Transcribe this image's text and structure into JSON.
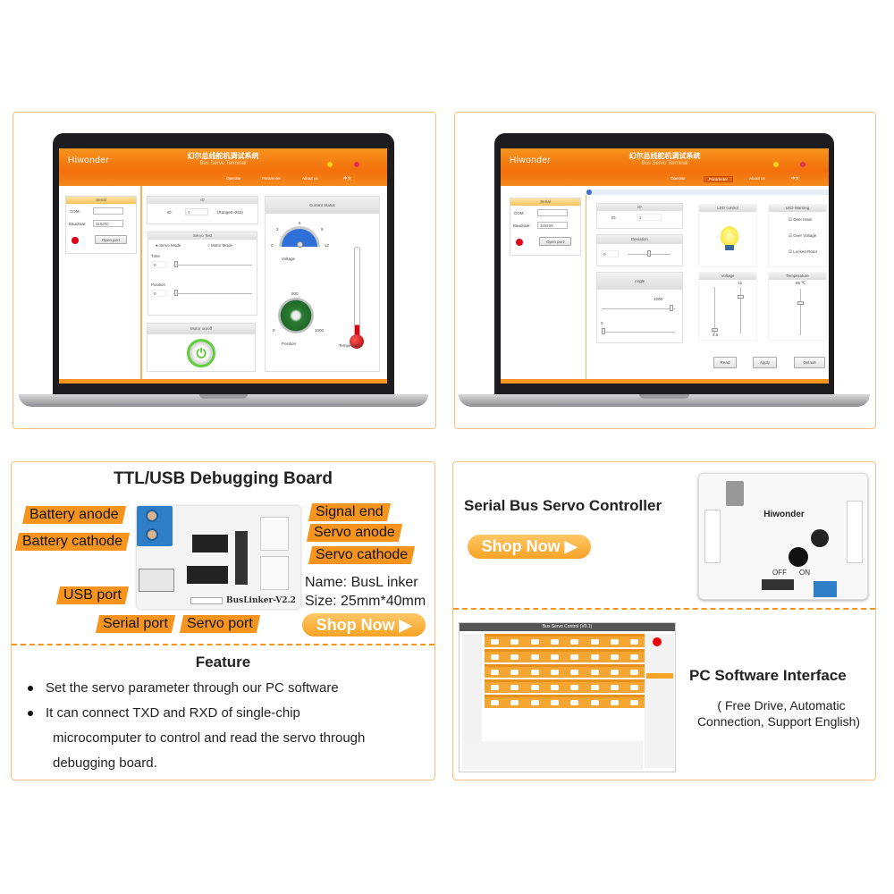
{
  "software_screen_1": {
    "logo": "Hiwonder",
    "title_cn": "幻尔总线舵机调试系统",
    "title_en": "Bus Servo Terminal",
    "menu": [
      "Operate",
      "Parameter",
      "About us",
      "中文"
    ],
    "serial": {
      "title": "Serial",
      "com_label": "COM:",
      "com_value": "",
      "baud_label": "Baudrate:",
      "baud_value": "115200",
      "open_button": "Open port"
    },
    "id_panel": {
      "title": "ID",
      "label": "ID:",
      "value": "1",
      "range": "(Range0~253)"
    },
    "servo_test": {
      "title": "Servo Test",
      "mode1": "Servo Mode",
      "mode2": "Motor Mode",
      "time_label": "Time",
      "time_value": "0",
      "position_label": "Position",
      "position_value": "0"
    },
    "motor": {
      "title": "Motor on/off"
    },
    "status": {
      "title": "Current Status",
      "voltage_label": "Voltage",
      "voltage_ticks": [
        "0",
        "3",
        "6",
        "9",
        "12"
      ],
      "position_label": "Position",
      "position_ticks": [
        "0",
        "500",
        "1000"
      ],
      "temperature_label": "Temperature"
    }
  },
  "software_screen_2": {
    "logo": "Hiwonder",
    "title_cn": "幻尔总线舵机调试系统",
    "title_en": "Bus Servo Terminal",
    "menu": [
      "Operate",
      "Parameter",
      "About us",
      "中文"
    ],
    "serial": {
      "title": "Serial",
      "com_label": "COM:",
      "com_value": "",
      "baud_label": "Baudrate:",
      "baud_value": "115200",
      "open_button": "Open port"
    },
    "id_panel": {
      "title": "ID",
      "label": "ID:",
      "value": "1"
    },
    "deviation": {
      "title": "Deviation",
      "value": "0"
    },
    "angle": {
      "title": "Angle",
      "max": "1000",
      "min": "0"
    },
    "led_control": {
      "title": "LED control"
    },
    "led_warning": {
      "title": "LED Warning",
      "items": [
        "Over Heat",
        "Over Voltage",
        "Locked Rotor"
      ]
    },
    "voltage": {
      "title": "Voltage",
      "max": "12",
      "min": "4.5"
    },
    "temperature": {
      "title": "Temperature",
      "value": "85 ℃"
    },
    "buttons": {
      "read": "Read",
      "apply": "Apply",
      "default": "Default"
    }
  },
  "debug_board": {
    "title": "TTL/USB Debugging Board",
    "labels": {
      "battery_anode": "Battery anode",
      "battery_cathode": "Battery cathode",
      "usb_port": "USB port",
      "serial_port": "Serial port",
      "servo_port": "Servo port",
      "signal_end": "Signal end",
      "servo_anode": "Servo anode",
      "servo_cathode": "Servo cathode"
    },
    "board_marking": "BusLinker-V2.2",
    "name": "Name: BusL inker",
    "size": "Size: 25mm*40mm",
    "shop_button": "Shop Now ▶"
  },
  "feature": {
    "title": "Feature",
    "bullets": [
      "Set the servo parameter through our PC software",
      "It can connect TXD and RXD of single-chip",
      "microcomputer to control and read the servo through",
      "debugging board."
    ]
  },
  "controller": {
    "title": "Serial Bus Servo Controller",
    "shop_button": "Shop Now ▶",
    "board_logo": "Hiwonder",
    "board_off": "OFF",
    "board_on": "ON"
  },
  "pc_software": {
    "window_title": "Bus Servo Control (V0.1)",
    "title": "PC Software Interface",
    "subtitle_1": "( Free Drive, Automatic",
    "subtitle_2": "Connection, Support English)"
  },
  "colors": {
    "accent": "#f7941d",
    "border": "#f6c27a"
  }
}
